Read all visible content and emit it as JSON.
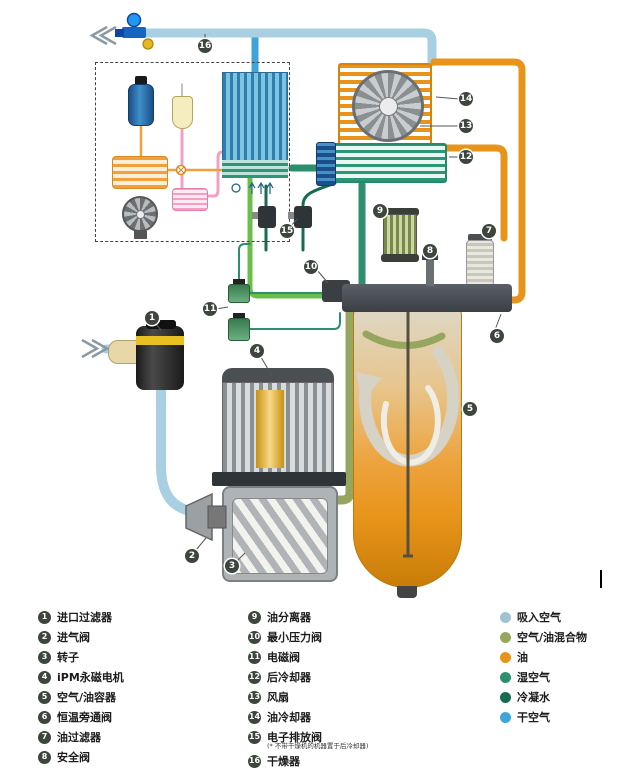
{
  "legend": {
    "components_col1": [
      {
        "num": "1",
        "label": "进口过滤器"
      },
      {
        "num": "2",
        "label": "进气阀"
      },
      {
        "num": "3",
        "label": "转子"
      },
      {
        "num": "4",
        "label": "iPM永磁电机"
      },
      {
        "num": "5",
        "label": "空气/油容器"
      },
      {
        "num": "6",
        "label": "恒温旁通阀"
      },
      {
        "num": "7",
        "label": "油过滤器"
      },
      {
        "num": "8",
        "label": "安全阀"
      }
    ],
    "components_col2": [
      {
        "num": "9",
        "label": "油分离器"
      },
      {
        "num": "10",
        "label": "最小压力阀"
      },
      {
        "num": "11",
        "label": "电磁阀"
      },
      {
        "num": "12",
        "label": "后冷却器"
      },
      {
        "num": "13",
        "label": "风扇"
      },
      {
        "num": "14",
        "label": "油冷却器"
      },
      {
        "num": "15",
        "label": "电子排放阀",
        "note": "(* 不带干燥机的机器置于后冷却器)"
      },
      {
        "num": "16",
        "label": "干燥器"
      }
    ],
    "flows": [
      {
        "label": "吸入空气",
        "color": "#9fc3d4"
      },
      {
        "label": "空气/油混合物",
        "color": "#97a65e"
      },
      {
        "label": "油",
        "color": "#e8941a"
      },
      {
        "label": "湿空气",
        "color": "#2e8f6e"
      },
      {
        "label": "冷凝水",
        "color": "#176b52"
      },
      {
        "label": "干空气",
        "color": "#3da5d9"
      }
    ]
  }
}
